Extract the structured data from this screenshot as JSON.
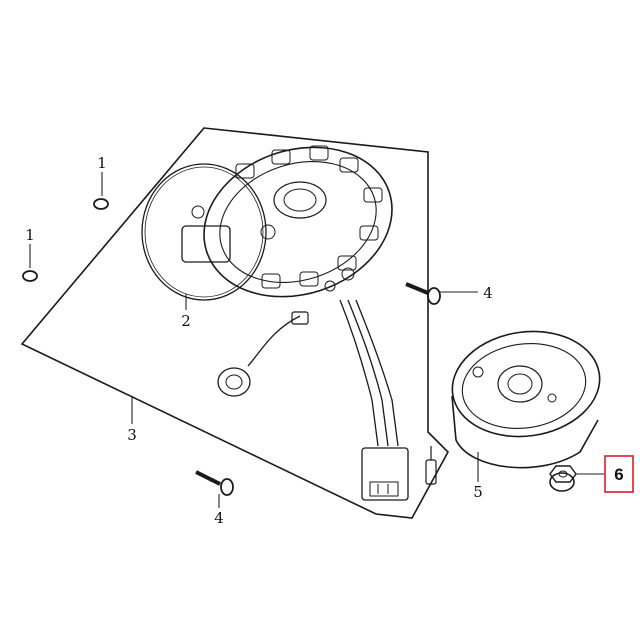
{
  "callouts": [
    {
      "id": "c1a",
      "label": "1"
    },
    {
      "id": "c1b",
      "label": "1"
    },
    {
      "id": "c2",
      "label": "2"
    },
    {
      "id": "c3",
      "label": "3"
    },
    {
      "id": "c4a",
      "label": "4"
    },
    {
      "id": "c4b",
      "label": "4"
    },
    {
      "id": "c5",
      "label": "5"
    },
    {
      "id": "c6",
      "label": "6",
      "highlighted": true
    }
  ],
  "colors": {
    "line": "#1a1a1a",
    "highlight": "#e0182d",
    "background": "#ffffff"
  }
}
